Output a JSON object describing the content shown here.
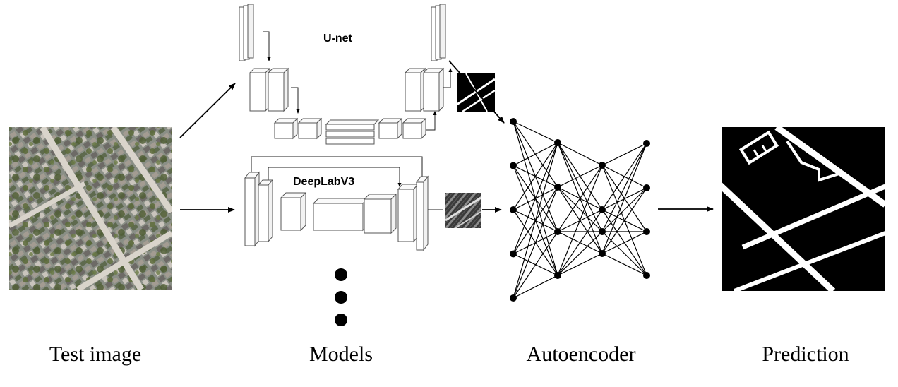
{
  "captions": {
    "test_image": "Test image",
    "models": "Models",
    "autoencoder": "Autoencoder",
    "prediction": "Prediction"
  },
  "models": {
    "unet_title": "U-net",
    "deeplab_title": "DeepLabV3"
  },
  "autoencoder": {
    "layer_sizes": [
      5,
      4,
      4,
      4
    ]
  }
}
